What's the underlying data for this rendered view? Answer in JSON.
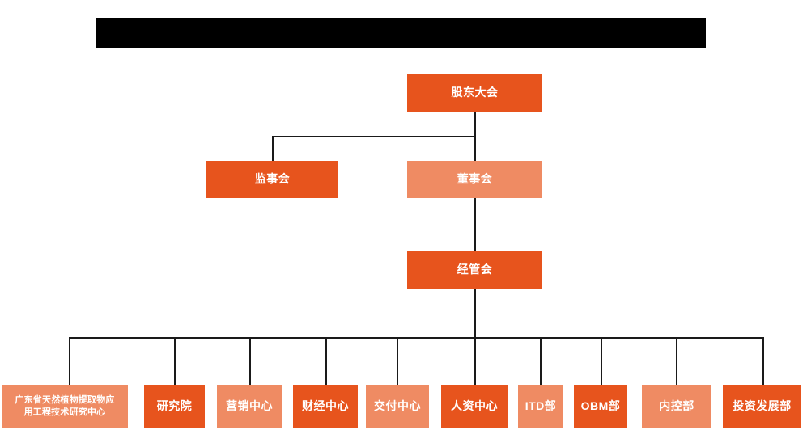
{
  "title_bar": {
    "name": "redacted-title-bar",
    "label": "",
    "color": "#000000"
  },
  "colors": {
    "primary": "#E7541D",
    "secondary": "#EF8B63",
    "connector": "#1a1a1a",
    "background": "#FFFFFF",
    "text": "#FFFFFF"
  },
  "org_chart": {
    "levels": [
      {
        "level": 1,
        "nodes": [
          {
            "id": "shareholders-meeting",
            "label": "股东大会",
            "style": "primary"
          }
        ]
      },
      {
        "level": 2,
        "nodes": [
          {
            "id": "board-of-supervisors",
            "label": "监事会",
            "style": "primary"
          },
          {
            "id": "board-of-directors",
            "label": "董事会",
            "style": "secondary"
          }
        ]
      },
      {
        "level": 3,
        "nodes": [
          {
            "id": "management-committee",
            "label": "经管会",
            "style": "primary"
          }
        ]
      },
      {
        "level": 4,
        "nodes": [
          {
            "id": "guangdong-research-center",
            "label": "广东省天然植物提取物应用工程技术研究中心",
            "label_line1": "广东省天然植物提取物应",
            "label_line2": "用工程技术研究中心",
            "style": "secondary"
          },
          {
            "id": "research-institute",
            "label": "研究院",
            "style": "primary"
          },
          {
            "id": "marketing-center",
            "label": "营销中心",
            "style": "secondary"
          },
          {
            "id": "finance-center",
            "label": "财经中心",
            "style": "primary"
          },
          {
            "id": "delivery-center",
            "label": "交付中心",
            "style": "secondary"
          },
          {
            "id": "hr-center",
            "label": "人资中心",
            "style": "primary"
          },
          {
            "id": "itd-department",
            "label": "ITD部",
            "style": "secondary"
          },
          {
            "id": "obm-department",
            "label": "OBM部",
            "style": "primary"
          },
          {
            "id": "internal-control-department",
            "label": "内控部",
            "style": "secondary"
          },
          {
            "id": "investment-development-department",
            "label": "投资发展部",
            "style": "primary"
          }
        ]
      }
    ]
  }
}
